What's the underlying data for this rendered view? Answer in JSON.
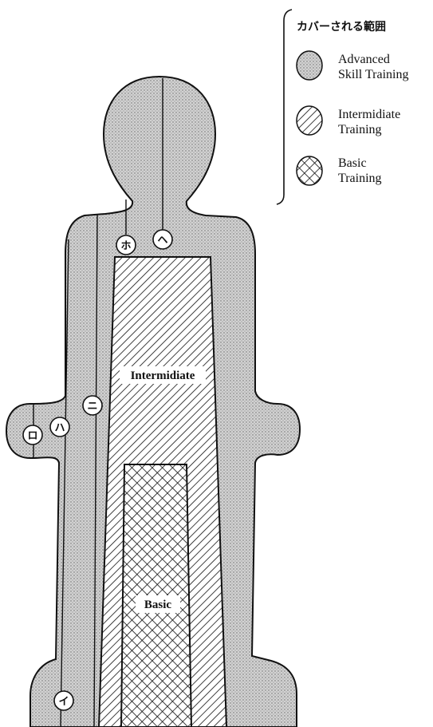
{
  "legend": {
    "title": "カバーされる範囲",
    "items": [
      {
        "pattern": "dots",
        "line1": "Advanced",
        "line2": "Skill Training"
      },
      {
        "pattern": "hatch",
        "line1": "Intermidiate",
        "line2": "Training"
      },
      {
        "pattern": "crosshatch",
        "line1": "Basic",
        "line2": "Training"
      }
    ]
  },
  "regions": {
    "intermediate_label": "Intermidiate",
    "basic_label": "Basic"
  },
  "markers": {
    "i": "イ",
    "ro": "ロ",
    "ha": "ハ",
    "ni": "ニ",
    "ho": "ホ",
    "he": "ヘ"
  },
  "colors": {
    "ink": "#111111",
    "stipple_fill": "#c9c9c9",
    "paper": "#ffffff"
  }
}
